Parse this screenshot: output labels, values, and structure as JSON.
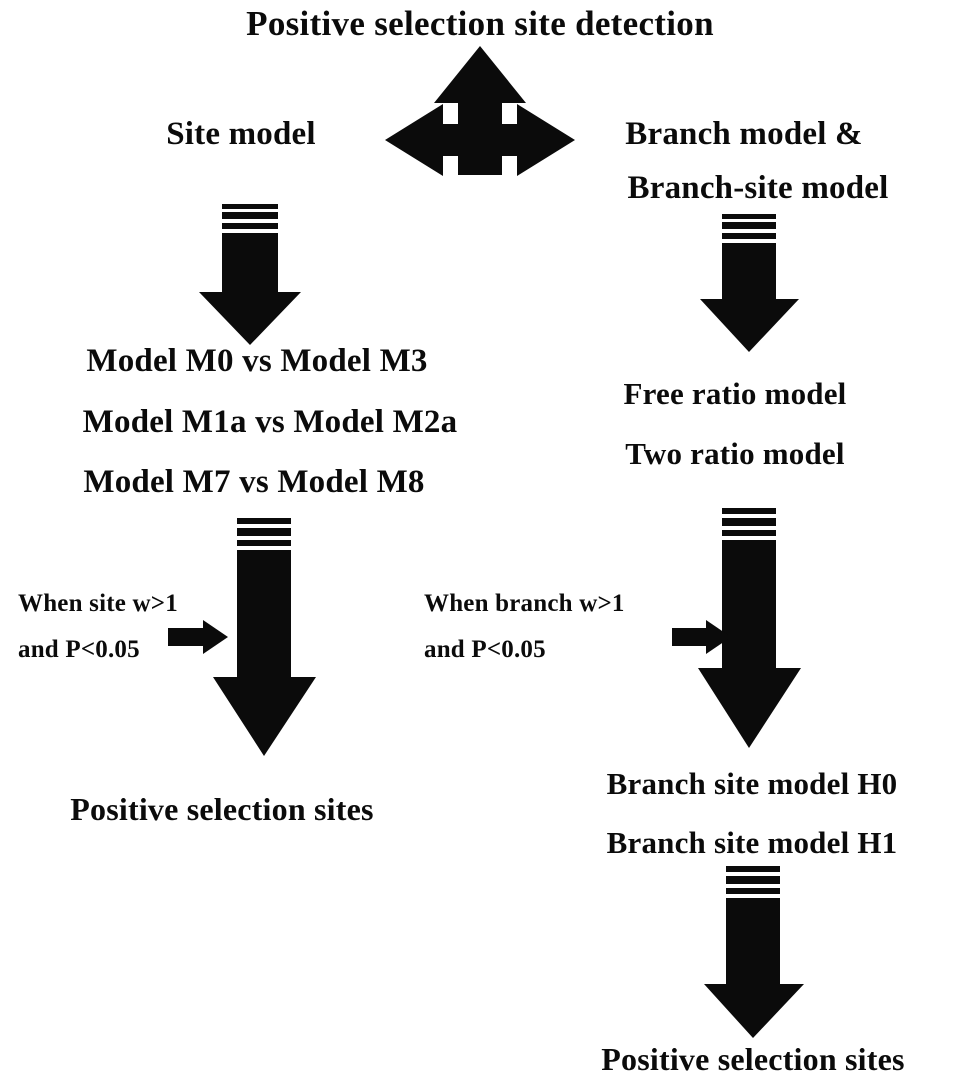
{
  "diagram": {
    "title": "Positive selection site detection",
    "background_color": "#ffffff",
    "ink_color": "#0b0b0b"
  },
  "branches": {
    "left": {
      "heading": "Site model",
      "models": [
        "Model M0 vs Model M3",
        "Model M1a vs Model M2a",
        "Model M7 vs Model M8"
      ],
      "condition_line1": "When site w>1",
      "condition_line2": "and P<0.05",
      "result": "Positive selection sites"
    },
    "right": {
      "heading_line1": "Branch model &",
      "heading_line2": "Branch-site model",
      "models": [
        "Free ratio model",
        "Two ratio model"
      ],
      "condition_line1": "When branch w>1",
      "condition_line2": "and P<0.05",
      "hypotheses": [
        "Branch site model H0",
        "Branch site model H1"
      ],
      "result": "Positive selection sites"
    }
  },
  "arrows": {
    "split": "three-way-split-arrow",
    "left_top": "down-arrow-striped",
    "left_long": "down-arrow-striped-long",
    "left_condition": "right-arrow-small",
    "right_top": "down-arrow-striped",
    "right_long": "down-arrow-striped-long",
    "right_condition": "right-arrow-small",
    "right_bottom": "down-arrow-striped"
  }
}
